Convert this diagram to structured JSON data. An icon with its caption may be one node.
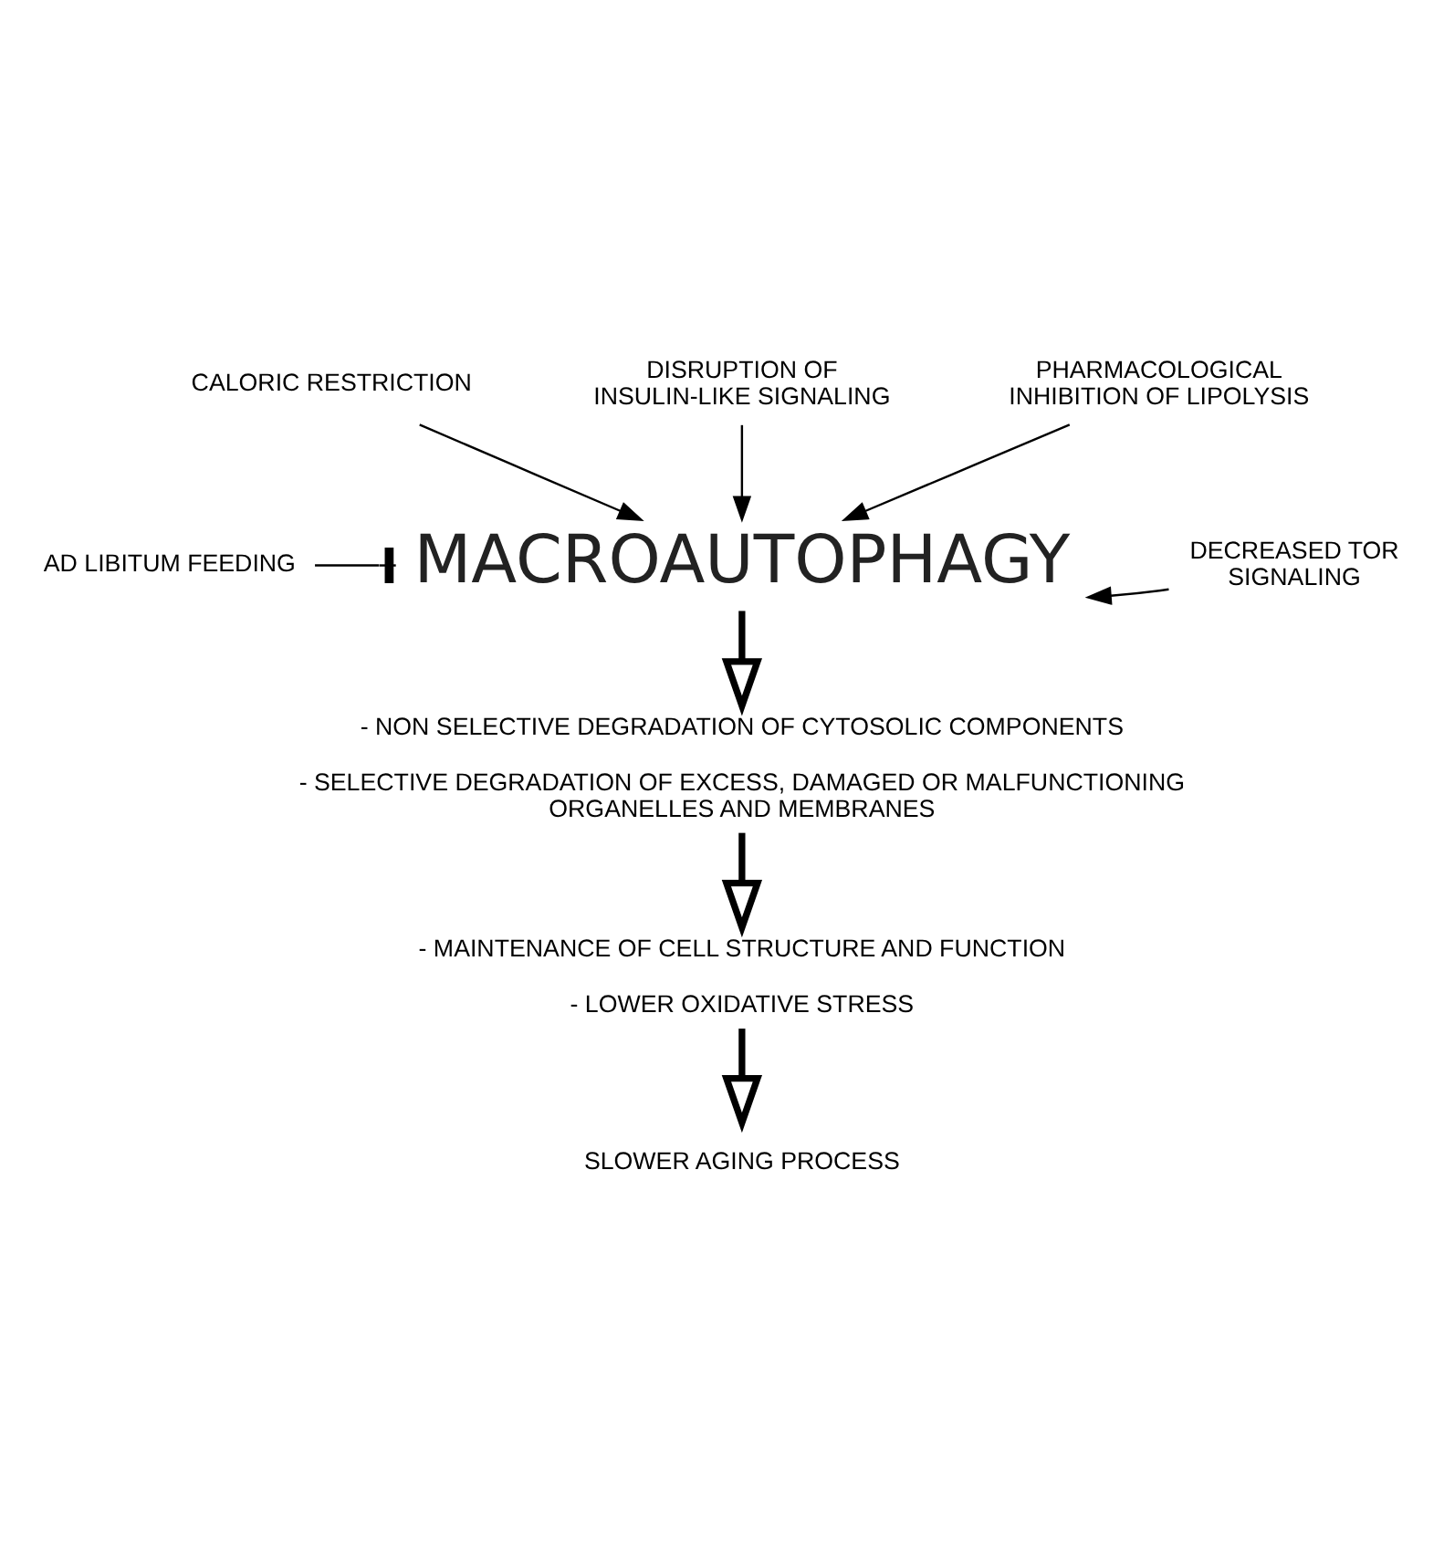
{
  "diagram": {
    "nodes": [
      {
        "text": [
          "CALORIC RESTRICTION"
        ]
      },
      {
        "text": [
          "DISRUPTION OF INSULIN-LIKE SIGNALING"
        ]
      },
      {
        "text": [
          "PHARMACOLOGICAL INHIBITION OF LIPOLYSIS"
        ]
      },
      {
        "text": [
          "AD LIBITUM FEEDING"
        ]
      },
      {
        "text": [
          "MACROAUTOPHAGY"
        ]
      },
      {
        "text": [
          "DECREASED TOR SIGNALING"
        ]
      },
      {
        "text": [
          "- NON SELECTIVE DEGRADATION OF CYTOSOLIC COMPONENTS",
          "- SELECTIVE DEGRADATION OF EXCESS, DAMAGED OR MALFUNCTIONING ORGANELLES AND MEMBRANES"
        ]
      },
      {
        "text": [
          "- MAINTENANCE OF CELL STRUCTURE AND FUNCTION",
          "- LOWER OXIDATIVE STRESS"
        ]
      },
      {
        "text": [
          "SLOWER AGING PROCESS"
        ]
      }
    ],
    "edges": [
      {
        "from": 0,
        "to": 4,
        "arrow": "to"
      },
      {
        "from": 1,
        "to": 4,
        "arrow": "to"
      },
      {
        "from": 2,
        "to": 4,
        "arrow": "to"
      },
      {
        "from": 3,
        "to": 4,
        "arrow": "other"
      },
      {
        "from": 5,
        "to": 4,
        "arrow": "to"
      },
      {
        "from": 4,
        "to": 6,
        "arrow": "to",
        "style": "thick"
      },
      {
        "from": 6,
        "to": 7,
        "arrow": "to",
        "style": "thick"
      },
      {
        "from": 7,
        "to": 8,
        "arrow": "to",
        "style": "thick"
      }
    ]
  }
}
